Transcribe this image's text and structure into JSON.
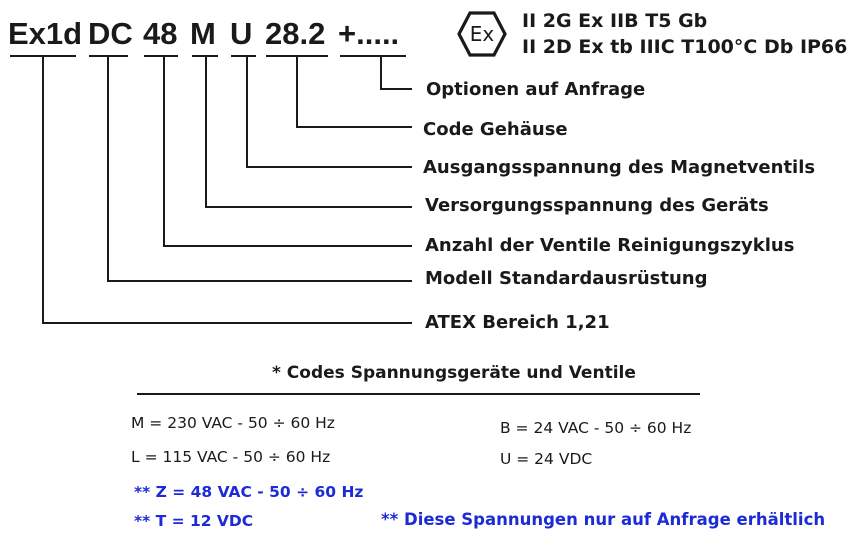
{
  "code_parts": [
    "Ex1d",
    "DC",
    "48",
    "M",
    "U",
    "28.2",
    "+....."
  ],
  "ex_mark": "Ex",
  "atex_lines": [
    "II 2G Ex IIB T5 Gb",
    "II 2D Ex tb IIIC  T100°C  Db  IP66"
  ],
  "labels": [
    "Optionen auf Anfrage",
    "Code Gehäuse",
    "Ausgangsspannung des Magnetventils",
    "Versorgungsspannung des Geräts",
    "Anzahl der Ventile Reinigungszyklus",
    "Modell Standardausrüstung",
    "ATEX Bereich 1,21"
  ],
  "codes_title": "* Codes Spannungsgeräte und Ventile",
  "voltages_left": [
    "M = 230 VAC - 50 ÷ 60 Hz",
    "L = 115 VAC - 50 ÷ 60 Hz"
  ],
  "voltages_right": [
    "B = 24 VAC - 50 ÷ 60 Hz",
    "U = 24 VDC"
  ],
  "voltages_on_request": [
    "** Z = 48 VAC - 50 ÷ 60 Hz",
    "** T = 12 VDC"
  ],
  "on_request_note": "** Diese Spannungen nur auf Anfrage erhältlich",
  "colors": {
    "text": "#1a1a1a",
    "accent_blue": "#1d2bd6"
  }
}
